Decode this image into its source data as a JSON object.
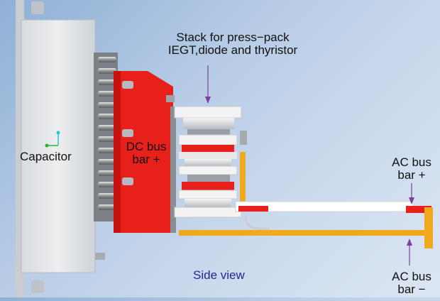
{
  "labels": {
    "stack_line1": "Stack for press−pack",
    "stack_line2": "IEGT,diode and thyristor",
    "capacitor": "Capacitor",
    "dc_bus_line1": "DC bus",
    "dc_bus_line2": "bar +",
    "ac_bus_plus_line1": "AC bus",
    "ac_bus_plus_line2": "bar +",
    "ac_bus_minus_line1": "AC bus",
    "ac_bus_minus_line2": "bar −",
    "side_view": "Side view"
  },
  "colors": {
    "red_bus": "#e8201c",
    "orange_bus": "#f0a81c",
    "capacitor_gray": "#e4e6e9",
    "annotation_arrow": "#7a3fa0",
    "side_view_text": "#1d2a8e"
  }
}
